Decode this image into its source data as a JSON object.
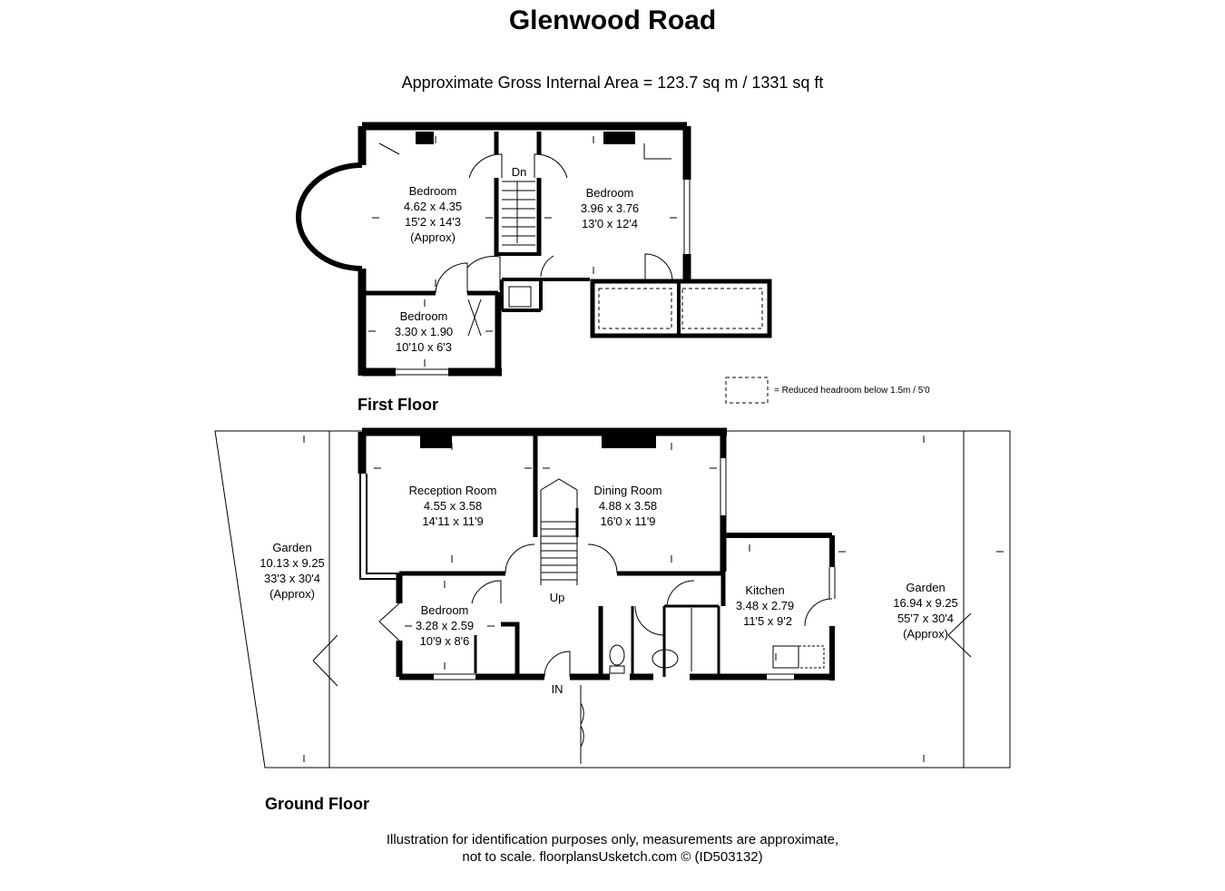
{
  "header": {
    "title": "Glenwood Road",
    "area": "Approximate Gross Internal Area = 123.7 sq m / 1331 sq ft"
  },
  "first_floor": {
    "label": "First Floor",
    "stair_label": "Dn",
    "rooms": [
      {
        "name": "Bedroom",
        "metric": "4.62 x 4.35",
        "imperial": "15'2 x 14'3",
        "note": "(Approx)"
      },
      {
        "name": "Bedroom",
        "metric": "3.96 x 3.76",
        "imperial": "13'0 x 12'4"
      },
      {
        "name": "Bedroom",
        "metric": "3.30 x 1.90",
        "imperial": "10'10 x 6'3"
      }
    ]
  },
  "legend": {
    "text": "= Reduced headroom below 1.5m / 5'0"
  },
  "ground_floor": {
    "label": "Ground Floor",
    "stair_label": "Up",
    "entrance_label": "IN",
    "rooms": [
      {
        "name": "Reception Room",
        "metric": "4.55 x 3.58",
        "imperial": "14'11 x 11'9"
      },
      {
        "name": "Dining Room",
        "metric": "4.88 x 3.58",
        "imperial": "16'0 x 11'9"
      },
      {
        "name": "Kitchen",
        "metric": "3.48 x 2.79",
        "imperial": "11'5 x 9'2"
      },
      {
        "name": "Bedroom",
        "metric": "3.28 x 2.59",
        "imperial": "10'9 x 8'6"
      },
      {
        "name": "Garden",
        "metric": "10.13 x 9.25",
        "imperial": "33'3 x 30'4",
        "note": "(Approx)"
      },
      {
        "name": "Garden",
        "metric": "16.94 x 9.25",
        "imperial": "55'7 x 30'4",
        "note": "(Approx)"
      }
    ]
  },
  "footer": {
    "line1": "Illustration for identification purposes only, measurements are approximate,",
    "line2": "not to scale. floorplansUsketch.com © (ID503132)"
  }
}
